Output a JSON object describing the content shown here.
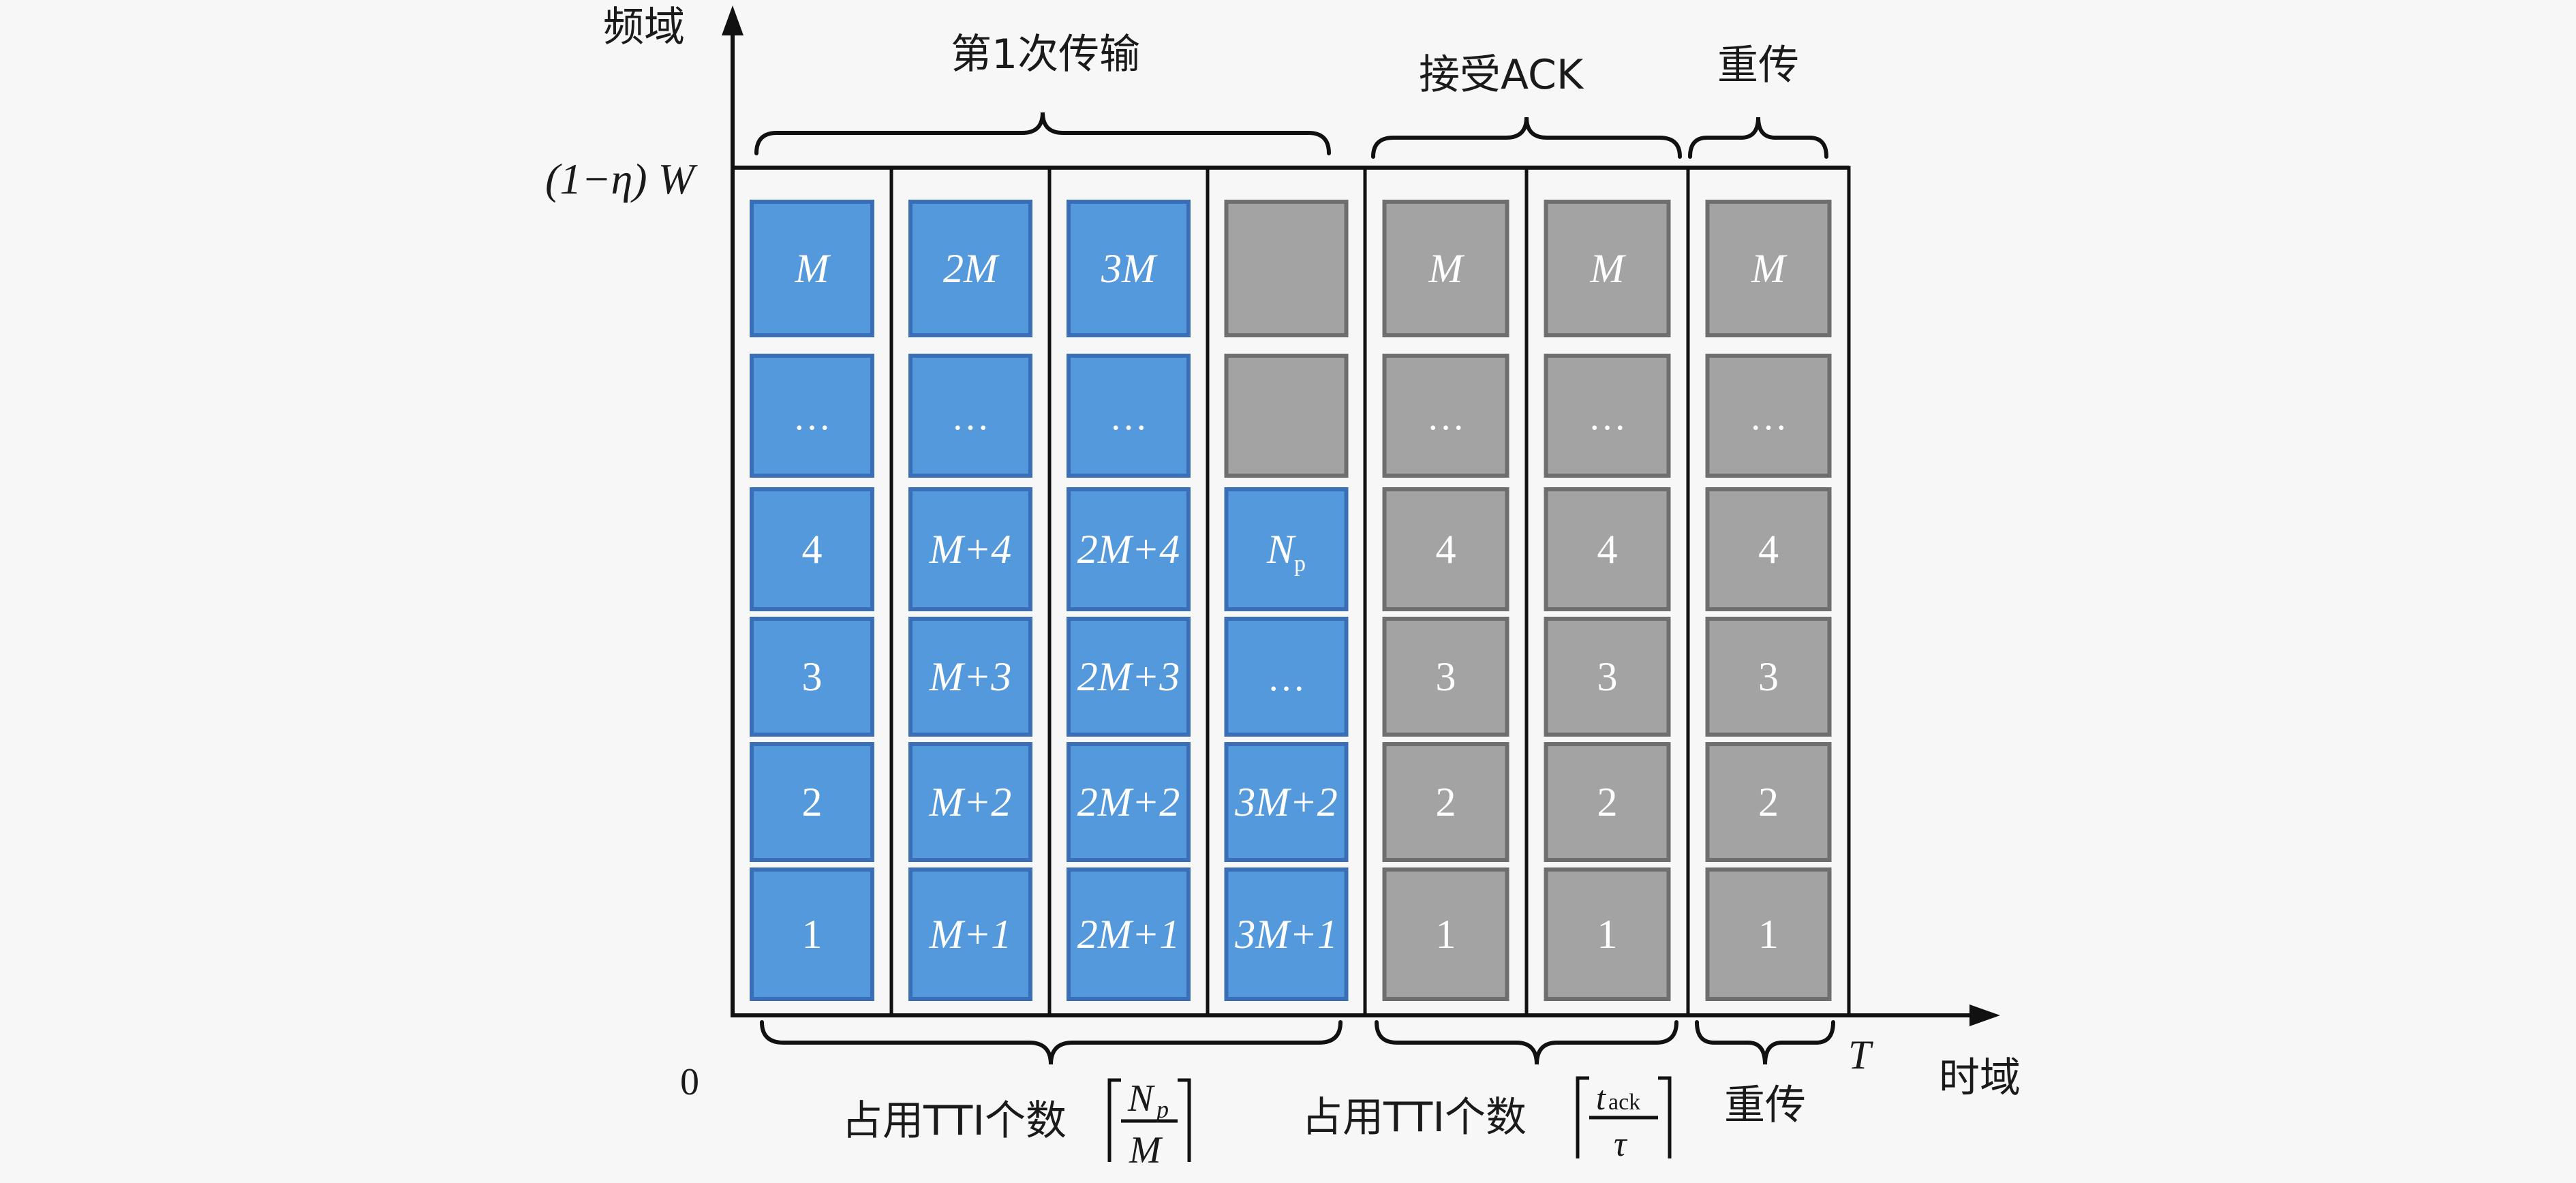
{
  "axes": {
    "y_label": "频域",
    "x_label": "时域",
    "y_top_value": "(1−η) W",
    "origin": "0",
    "x_end": "T"
  },
  "braces_top": {
    "first_tx": "第1次传输",
    "receive_ack": "接受ACK",
    "retransmit": "重传"
  },
  "braces_bottom": {
    "tti_prefix_1": "占用TTI个数",
    "frac1_num": "N",
    "frac1_num_sub": "p",
    "frac1_den": "M",
    "tti_prefix_2": "占用TTI个数",
    "frac2_num": "t",
    "frac2_num_sub": "ack",
    "frac2_den": "τ",
    "retransmit": "重传"
  },
  "colors": {
    "blue_cell": "#5599dd",
    "blue_border": "#3a6fb8",
    "gray_cell": "#a3a3a3",
    "gray_border": "#6e6e6e",
    "panel_bg": "#f7f7f7",
    "line": "#111111"
  },
  "columns": [
    {
      "kind": "blue",
      "cells": [
        "M",
        "…",
        "4",
        "3",
        "2",
        "1"
      ]
    },
    {
      "kind": "blue",
      "cells": [
        "2M",
        "…",
        "M+4",
        "M+3",
        "M+2",
        "M+1"
      ]
    },
    {
      "kind": "blue",
      "cells": [
        "3M",
        "…",
        "2M+4",
        "2M+3",
        "2M+2",
        "2M+1"
      ]
    },
    {
      "kind": "mixed",
      "cells": [
        "",
        "",
        "N_p",
        "…",
        "3M+2",
        "3M+1"
      ],
      "cell_kinds": [
        "gray",
        "gray",
        "blue",
        "blue",
        "blue",
        "blue"
      ]
    },
    {
      "kind": "gray",
      "cells": [
        "M",
        "…",
        "4",
        "3",
        "2",
        "1"
      ]
    },
    {
      "kind": "gray",
      "cells": [
        "M",
        "…",
        "4",
        "3",
        "2",
        "1"
      ]
    },
    {
      "kind": "gray",
      "cells": [
        "M",
        "…",
        "4",
        "3",
        "2",
        "1"
      ]
    }
  ]
}
